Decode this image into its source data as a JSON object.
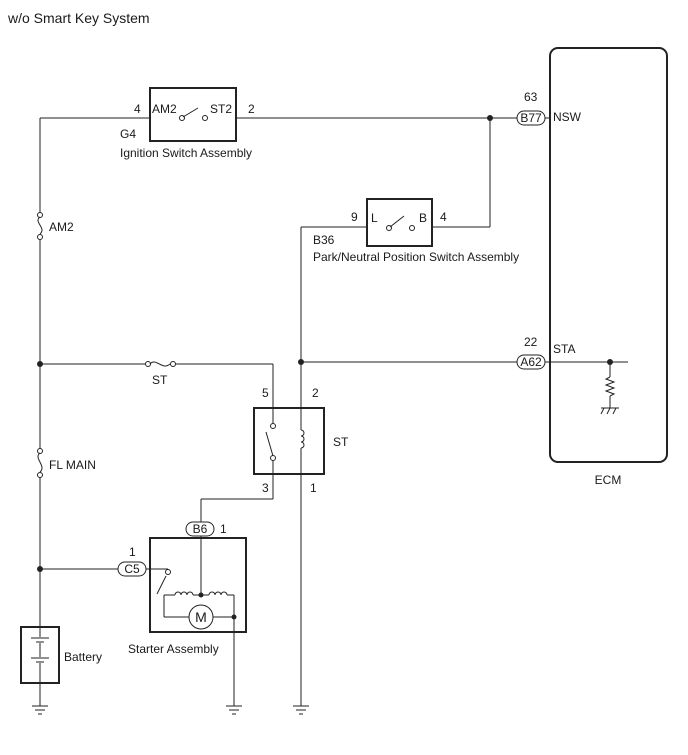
{
  "title": "w/o Smart Key System",
  "ignition_switch": {
    "code": "G4",
    "name": "Ignition Switch Assembly",
    "pin_in": "4",
    "pin_out": "2",
    "term_in": "AM2",
    "term_out": "ST2"
  },
  "fuses": {
    "am2": "AM2",
    "st": "ST",
    "fl_main": "FL MAIN"
  },
  "pnp_switch": {
    "code": "B36",
    "name": "Park/Neutral Position Switch Assembly",
    "pin_in": "9",
    "pin_out": "4",
    "term_l": "L",
    "term_b": "B"
  },
  "st_relay": {
    "label": "ST",
    "pin_5": "5",
    "pin_2": "2",
    "pin_3": "3",
    "pin_1": "1"
  },
  "starter": {
    "name": "Starter Assembly",
    "conn_b6": "B6",
    "conn_b6_pin": "1",
    "conn_c5": "C5",
    "conn_c5_pin": "1",
    "motor": "M"
  },
  "battery": {
    "name": "Battery"
  },
  "ecm": {
    "name": "ECM",
    "nsw_conn": "B77",
    "nsw_pin": "63",
    "nsw_label": "NSW",
    "sta_conn": "A62",
    "sta_pin": "22",
    "sta_label": "STA"
  }
}
